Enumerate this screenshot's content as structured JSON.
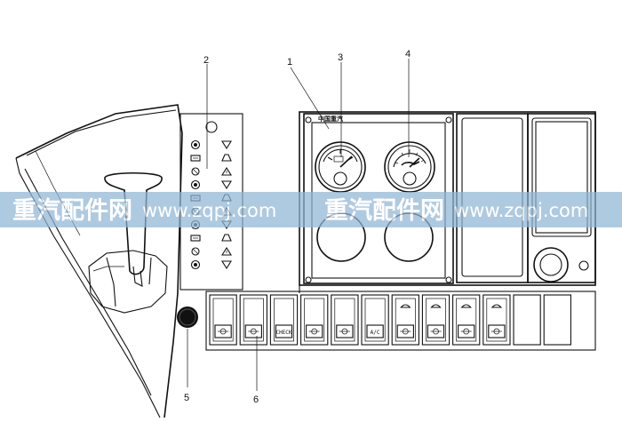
{
  "callouts": {
    "c1": "1",
    "c2": "2",
    "c3": "3",
    "c4": "4",
    "c5": "5",
    "c6": "6"
  },
  "gauge_panel": {
    "brand_text": "中国重汽"
  },
  "switches": [
    {
      "icon": "fog-lamp-icon"
    },
    {
      "icon": "hazard-warning-icon"
    },
    {
      "icon": "check-icon",
      "text": "CHECK"
    },
    {
      "icon": "horn-icon"
    },
    {
      "icon": "work-light-icon"
    },
    {
      "icon": "ac-icon",
      "text": "A/C"
    },
    {
      "icon": "diff-lock-1-icon"
    },
    {
      "icon": "diff-lock-2-icon"
    },
    {
      "icon": "diff-lock-3-icon"
    },
    {
      "icon": "diff-lock-4-icon"
    }
  ],
  "watermark": {
    "cn": "重汽配件网",
    "url": "www.zqpj.com"
  },
  "colors": {
    "line": "#111111",
    "watermark_band": "#8fb7d6"
  }
}
